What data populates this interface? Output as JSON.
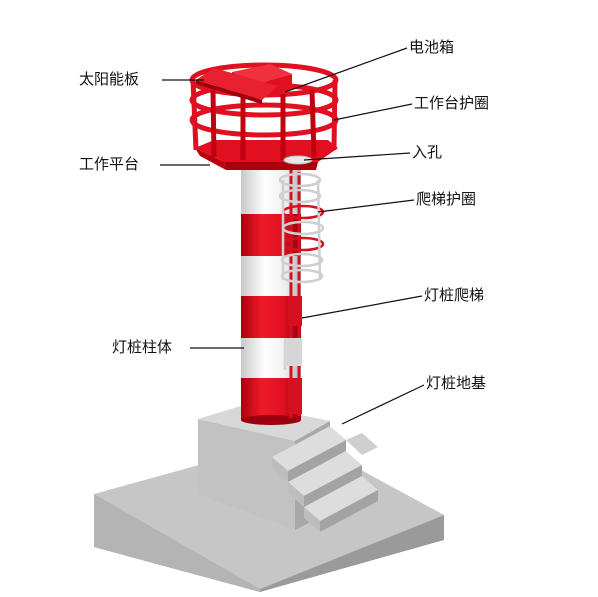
{
  "labels": {
    "solar_panel": "太阳能板",
    "battery_box": "电池箱",
    "platform_guardrail": "工作台护圈",
    "work_platform": "工作平台",
    "manhole": "入孔",
    "ladder_cage": "爬梯护圈",
    "ladder": "灯桩爬梯",
    "pile_body": "灯桩柱体",
    "foundation": "灯桩地基"
  },
  "colors": {
    "red": "#e01020",
    "dark_red": "#a00010",
    "white": "#f4f4f4",
    "gray_light": "#c9c9c9",
    "gray_mid": "#b3b3b3",
    "gray_dark": "#9a9a9a"
  }
}
